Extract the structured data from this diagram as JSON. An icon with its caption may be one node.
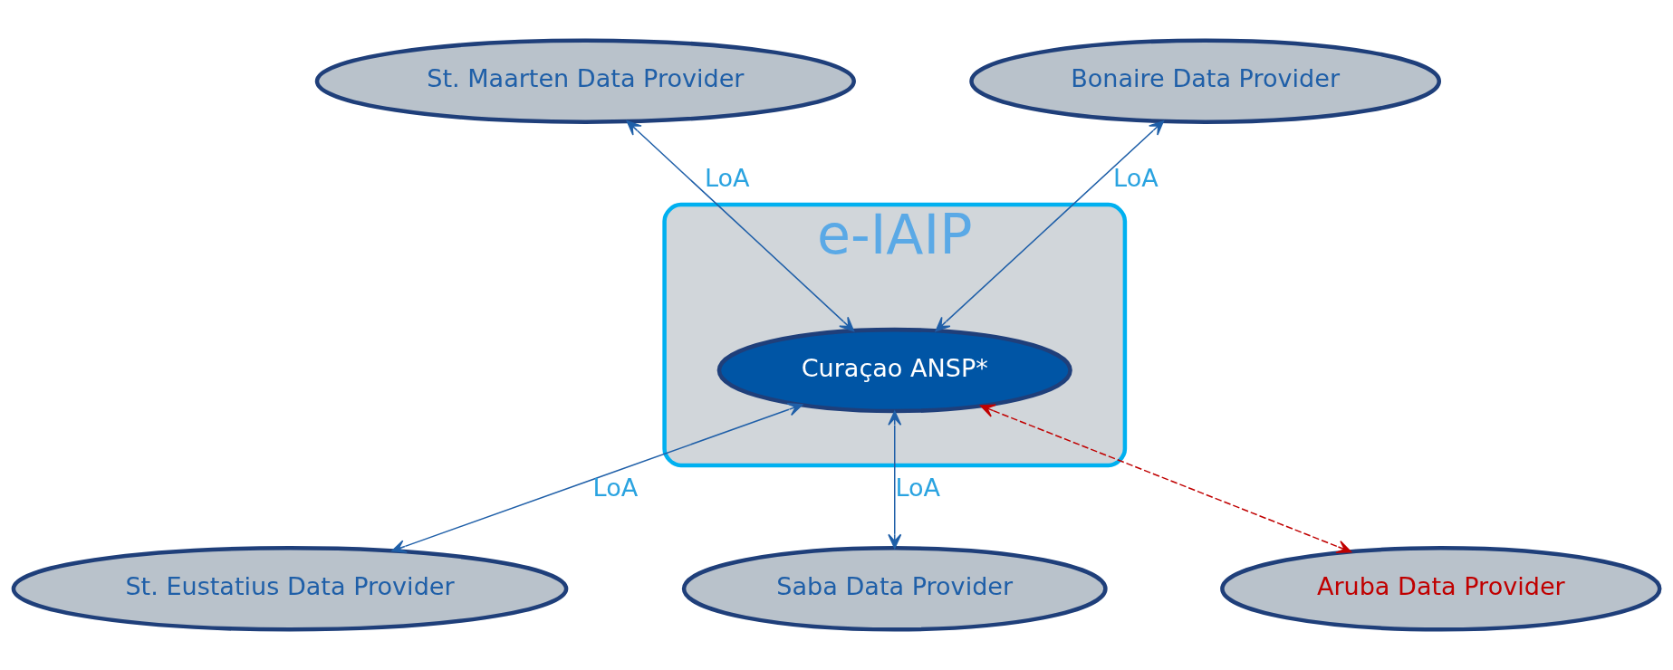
{
  "diagram": {
    "nodes": [
      {
        "text": [
          "e-IAIP"
        ]
      },
      {
        "text": [
          "St. Maarten Data Provider"
        ]
      },
      {
        "text": [
          "Bonaire Data Provider"
        ]
      },
      {
        "text": [
          "Curaçao ANSP*"
        ],
        "in": 0
      },
      {
        "text": [
          "St. Eustatius Data Provider"
        ]
      },
      {
        "text": [
          "Saba Data Provider"
        ]
      },
      {
        "text": [
          "Aruba Data Provider"
        ]
      }
    ],
    "edges": [
      {
        "from": 1,
        "to": 3,
        "arrow": "both",
        "label": "LoA"
      },
      {
        "from": 2,
        "to": 3,
        "arrow": "both",
        "label": "LoA"
      },
      {
        "from": 3,
        "to": 4,
        "arrow": "both",
        "label": "LoA"
      },
      {
        "from": 3,
        "to": 5,
        "arrow": "both",
        "label": "LoA"
      },
      {
        "from": 3,
        "to": 6,
        "arrow": "both",
        "style": "dashed",
        "color": "#c00000"
      }
    ]
  }
}
